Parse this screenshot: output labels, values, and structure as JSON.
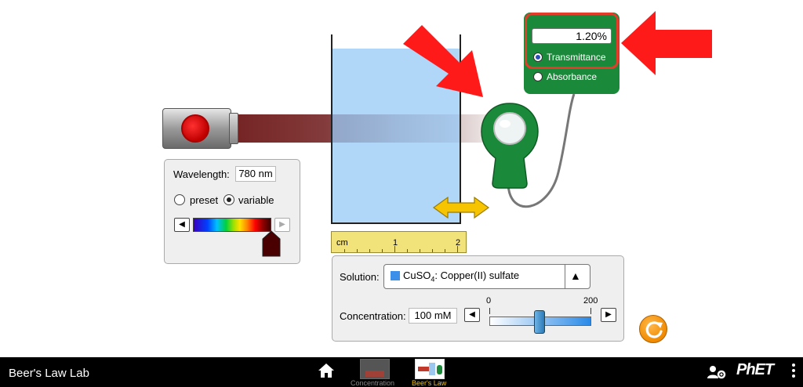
{
  "meter": {
    "readout": "1.20%",
    "options": [
      {
        "label": "Transmittance",
        "selected": true
      },
      {
        "label": "Absorbance",
        "selected": false
      }
    ]
  },
  "wavelength": {
    "label": "Wavelength:",
    "value": "780 nm",
    "modes": [
      {
        "label": "preset",
        "selected": false
      },
      {
        "label": "variable",
        "selected": true
      }
    ]
  },
  "ruler": {
    "unit": "cm",
    "ticks": [
      "1",
      "2"
    ]
  },
  "solution": {
    "label": "Solution:",
    "formula": "CuSO",
    "subscript": "4",
    "name": ": Copper(II) sulfate",
    "swatch_color": "#3a8fe8"
  },
  "concentration": {
    "label": "Concentration:",
    "value": "100 mM",
    "min_label": "0",
    "max_label": "200",
    "level": 0.5
  },
  "navbar": {
    "app_title": "Beer's Law Lab",
    "screens": [
      {
        "label": "Concentration",
        "active": false
      },
      {
        "label": "Beer's Law",
        "active": true
      }
    ],
    "logo": "PhET"
  },
  "icons": {
    "home": "home-icon",
    "reset": "reset-all-icon",
    "keyboard": "user-settings-icon",
    "menu": "kebab-menu-icon"
  }
}
